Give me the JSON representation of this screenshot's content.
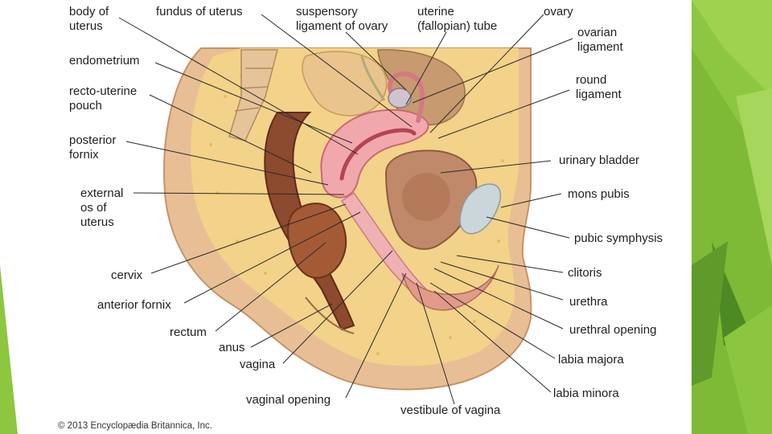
{
  "slide": {
    "colors": {
      "accent_green": "#8dc63f",
      "accent_green_dark": "#5f9a2b",
      "background": "#ffffff"
    }
  },
  "diagram": {
    "labels": {
      "body_of_uterus": "body of\nuterus",
      "fundus_of_uterus": "fundus of uterus",
      "suspensory_ligament": "suspensory\nligament of ovary",
      "uterine_tube": "uterine\n(fallopian) tube",
      "ovary": "ovary",
      "ovarian_ligament": "ovarian\nligament",
      "endometrium": "endometrium",
      "round_ligament": "round\nligament",
      "recto_uterine_pouch": "recto-uterine\npouch",
      "posterior_fornix": "posterior\nfornix",
      "urinary_bladder": "urinary bladder",
      "external_os": "external\nos of\nuterus",
      "mons_pubis": "mons pubis",
      "pubic_symphysis": "pubic symphysis",
      "cervix": "cervix",
      "clitoris": "clitoris",
      "anterior_fornix": "anterior fornix",
      "urethra": "urethra",
      "urethral_opening": "urethral opening",
      "rectum": "rectum",
      "anus": "anus",
      "labia_majora": "labia majora",
      "vagina": "vagina",
      "labia_minora": "labia minora",
      "vaginal_opening": "vaginal opening",
      "vestibule": "vestibule of vagina"
    },
    "copyright": "© 2013 Encyclopædia Britannica, Inc."
  }
}
